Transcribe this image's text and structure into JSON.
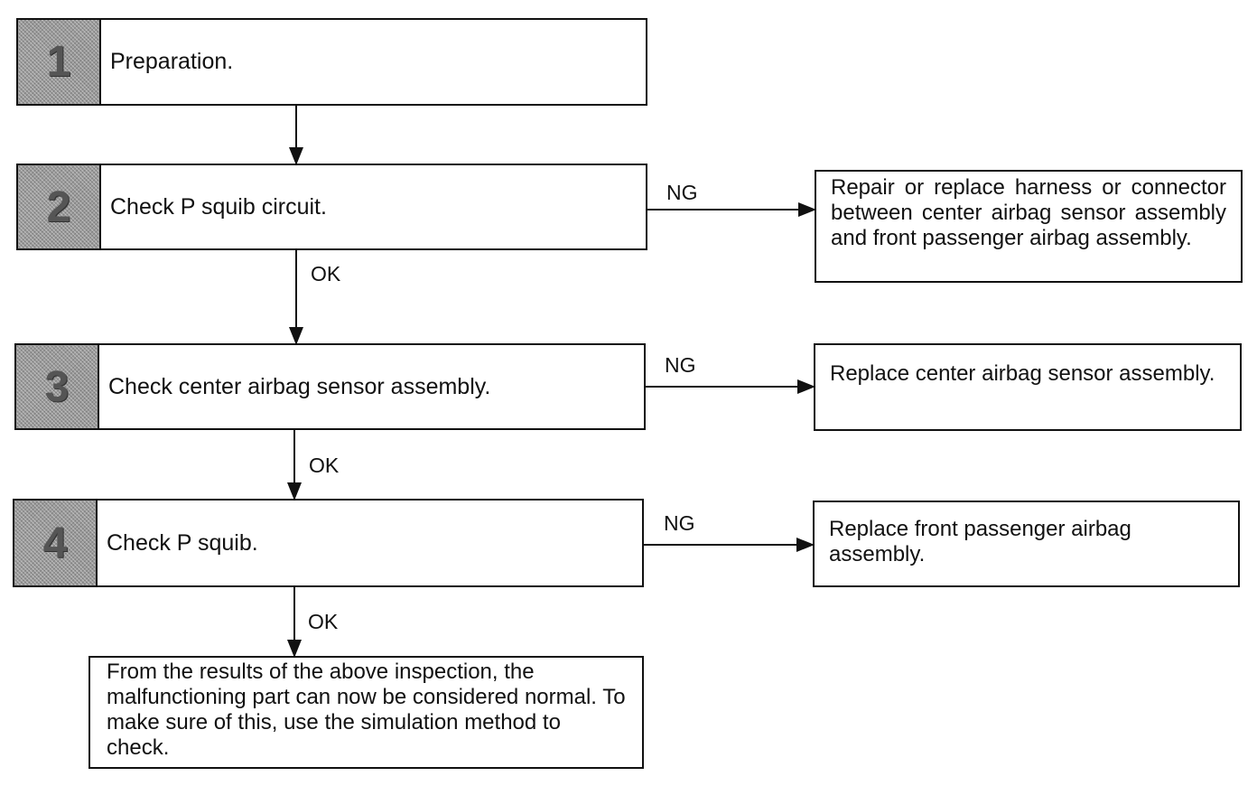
{
  "steps": [
    {
      "number": "1",
      "label": "Preparation."
    },
    {
      "number": "2",
      "label": "Check P squib circuit."
    },
    {
      "number": "3",
      "label": "Check center airbag sensor assembly."
    },
    {
      "number": "4",
      "label": "Check P squib."
    }
  ],
  "ng_actions": [
    "Repair or replace harness or connector between center airbag sensor assembly and front passenger airbag assembly.",
    "Replace center airbag sensor assembly.",
    "Replace front passenger airbag assembly."
  ],
  "branch_labels": {
    "ng": "NG",
    "ok": "OK"
  },
  "final_note": "From the results of the above inspection, the malfunctioning part can now be considered normal. To make sure of this, use the simulation method to check."
}
